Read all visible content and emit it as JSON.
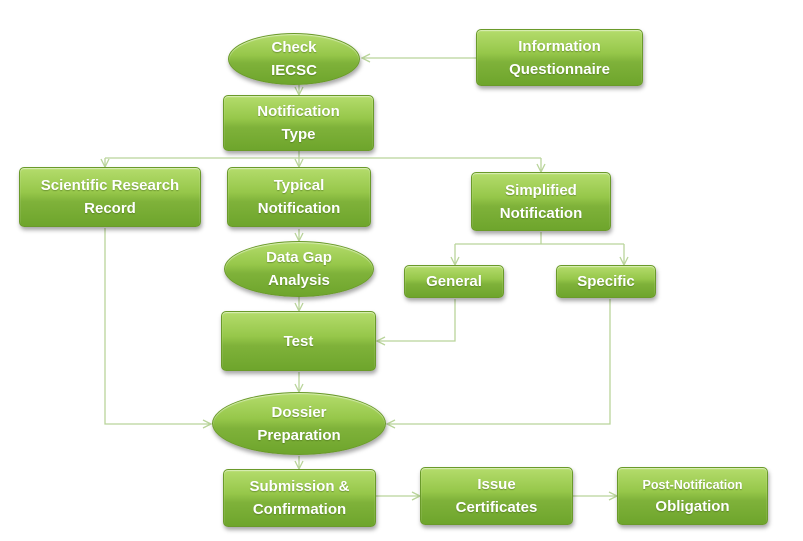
{
  "colors": {
    "box_top": "#b4dc6c",
    "box_bottom": "#6ea52c",
    "border": "#6a9a2a",
    "connector": "#b9d49a",
    "text": "#ffffff"
  },
  "nodes": {
    "check_iecsc": {
      "line1": "Check",
      "line2": "IECSC"
    },
    "information_questionnaire": {
      "line1": "Information",
      "line2": "Questionnaire"
    },
    "notification_type": {
      "line1": "Notification",
      "line2": "Type"
    },
    "scientific_research_record": {
      "line1": "Scientific Research",
      "line2": "Record"
    },
    "typical_notification": {
      "line1": "Typical",
      "line2": "Notification"
    },
    "simplified_notification": {
      "line1": "Simplified",
      "line2": "Notification"
    },
    "data_gap_analysis": {
      "line1": "Data Gap",
      "line2": "Analysis"
    },
    "general": {
      "line1": "General"
    },
    "specific": {
      "line1": "Specific"
    },
    "test": {
      "line1": "Test"
    },
    "dossier_preparation": {
      "line1": "Dossier",
      "line2": "Preparation"
    },
    "submission_confirmation": {
      "line1": "Submission &",
      "line2": "Confirmation"
    },
    "issue_certificates": {
      "line1": "Issue",
      "line2": "Certificates"
    },
    "post_notification_obligation": {
      "line1": "Post-Notification",
      "line2": "Obligation"
    }
  },
  "edges": [
    {
      "from": "information_questionnaire",
      "to": "check_iecsc"
    },
    {
      "from": "check_iecsc",
      "to": "notification_type"
    },
    {
      "from": "notification_type",
      "to": "scientific_research_record"
    },
    {
      "from": "notification_type",
      "to": "typical_notification"
    },
    {
      "from": "notification_type",
      "to": "simplified_notification"
    },
    {
      "from": "typical_notification",
      "to": "data_gap_analysis"
    },
    {
      "from": "data_gap_analysis",
      "to": "test"
    },
    {
      "from": "simplified_notification",
      "to": "general"
    },
    {
      "from": "simplified_notification",
      "to": "specific"
    },
    {
      "from": "general",
      "to": "test"
    },
    {
      "from": "test",
      "to": "dossier_preparation"
    },
    {
      "from": "scientific_research_record",
      "to": "dossier_preparation"
    },
    {
      "from": "specific",
      "to": "dossier_preparation"
    },
    {
      "from": "dossier_preparation",
      "to": "submission_confirmation"
    },
    {
      "from": "submission_confirmation",
      "to": "issue_certificates"
    },
    {
      "from": "issue_certificates",
      "to": "post_notification_obligation"
    }
  ]
}
